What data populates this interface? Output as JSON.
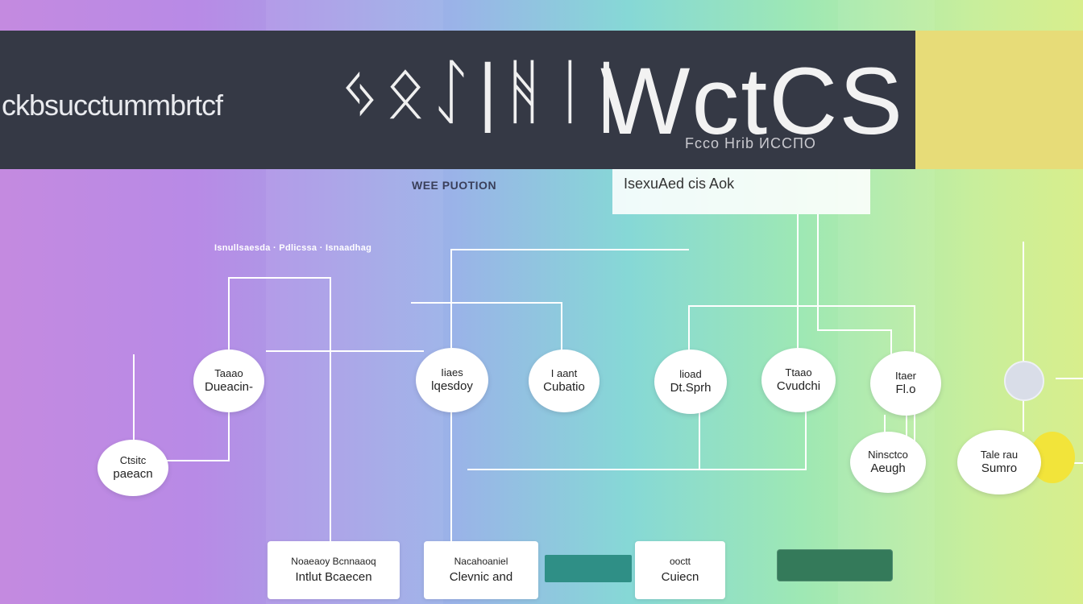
{
  "banner": {
    "left_text": "ckbsucctummbrtcf",
    "glyphs": "ᛃᛟᛇ|ᚻᛁ|",
    "title": "WctCS",
    "subtitle": "Fcco  Hrib  ИССПО"
  },
  "diagram": {
    "title": "WEE PUOTION",
    "tag": "IsexuAed cis  Aok",
    "header": "Isnullsaesda · Pdlicssa · Isnaadhag",
    "nodes": [
      {
        "l1": "Taaao",
        "l2": "Dueacin-"
      },
      {
        "l1": "Ctsitc",
        "l2": "paeacn"
      },
      {
        "l1": "Iiaes",
        "l2": "lqesdoy"
      },
      {
        "l1": "I aant",
        "l2": "Cubatio"
      },
      {
        "l1": "lioad",
        "l2": "Dt.Sprh"
      },
      {
        "l1": "Ttaao",
        "l2": "Cvudchi"
      },
      {
        "l1": "Itaer",
        "l2": "Fl.o"
      },
      {
        "l1": "Ninsctco",
        "l2": "Aeugh"
      },
      {
        "l1": "Tale rau",
        "l2": "Sumro"
      }
    ],
    "boxes": [
      {
        "l1": "Noaeaoy Bcnnaaoq",
        "l2": "Intlut Bcaecen"
      },
      {
        "l1": "Nacahoaniel",
        "l2": "Clevnic  and"
      },
      {
        "l1": "ooctt",
        "l2": "Cuiecn"
      }
    ]
  },
  "colors": {
    "banner_bg": "#353945",
    "banner_accent": "#e7dc78",
    "node_fill": "#ffffff",
    "wire": "#ffffff"
  }
}
